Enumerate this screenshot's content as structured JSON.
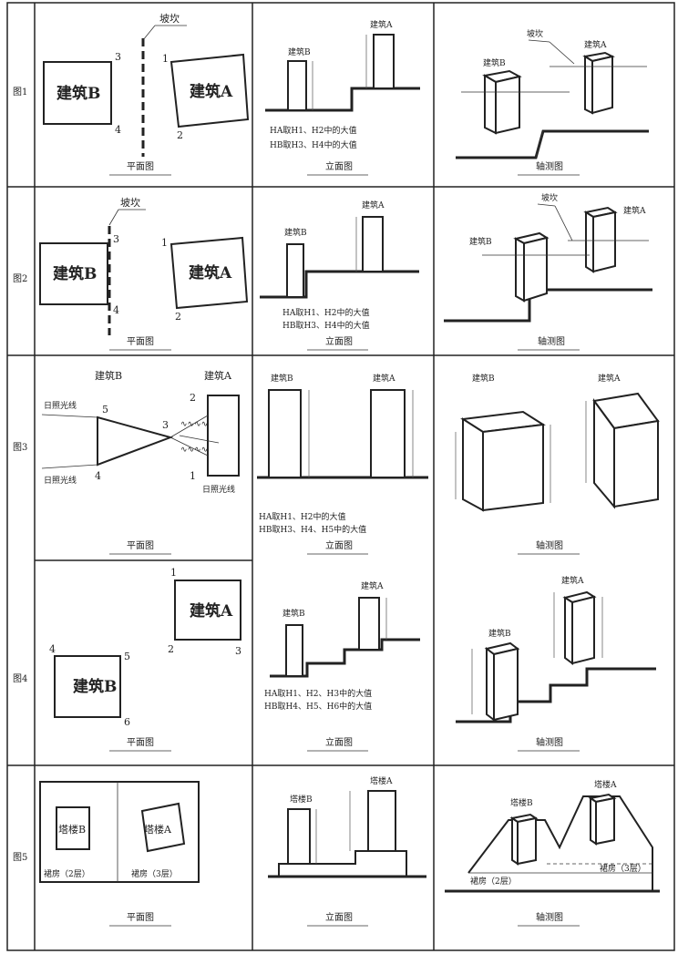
{
  "rows": [
    {
      "label": "图1"
    },
    {
      "label": "图2"
    },
    {
      "label": "图3"
    },
    {
      "label": "图4"
    },
    {
      "label": "图5"
    }
  ],
  "captions": {
    "plan": "平面图",
    "elevation": "立面图",
    "axon": "轴测图"
  },
  "labels": {
    "building_a": "建筑A",
    "building_b": "建筑B",
    "slope": "坡坎",
    "tower_a": "塔楼A",
    "tower_b": "塔楼B",
    "podium_2": "裙房（2层）",
    "podium_3": "裙房（3层）",
    "sun_ray": "日照光线",
    "wave": "∿∿∿∿"
  },
  "points": {
    "p1": "1",
    "p2": "2",
    "p3": "3",
    "p4": "4",
    "p5": "5",
    "p6": "6"
  },
  "notes": {
    "fig1_a": "HA取H1、H2中的大值",
    "fig1_b": "HB取H3、H4中的大值",
    "fig2_a": "HA取H1、H2中的大值",
    "fig2_b": "HB取H3、H4中的大值",
    "fig3_a": "HA取H1、H2中的大值",
    "fig3_b": "HB取H3、H4、H5中的大值",
    "fig4_a": "HA取H1、H2、H3中的大值",
    "fig4_b": "HB取H4、H5、H6中的大值"
  },
  "dims": {
    "ha": "HA",
    "hb": "HB"
  }
}
